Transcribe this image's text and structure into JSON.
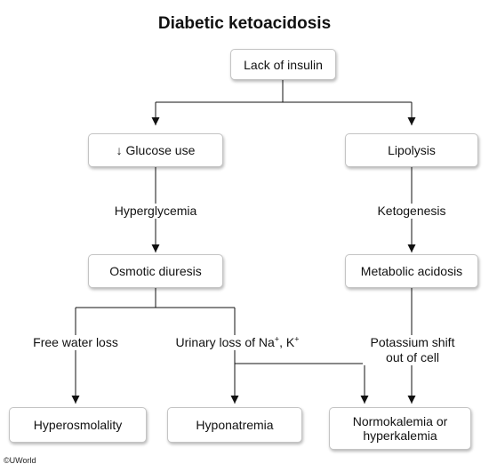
{
  "title": "Diabetic ketoacidosis",
  "nodes": {
    "lack_of_insulin": "Lack of insulin",
    "glucose_use": "↓ Glucose use",
    "lipolysis": "Lipolysis",
    "osmotic_diuresis": "Osmotic diuresis",
    "metabolic_acidosis": "Metabolic acidosis",
    "hyperosmolality": "Hyperosmolality",
    "hyponatremia": "Hyponatremia",
    "normokalemia_line1": "Normokalemia or",
    "normokalemia_line2": "hyperkalemia"
  },
  "edge_labels": {
    "hyperglycemia": "Hyperglycemia",
    "ketogenesis": "Ketogenesis",
    "free_water_loss": "Free water loss",
    "urinary_loss_prefix": "Urinary loss of Na",
    "urinary_loss_sup1": "+",
    "urinary_loss_mid": ", K",
    "urinary_loss_sup2": "+",
    "potassium_shift_line1": "Potassium shift",
    "potassium_shift_line2": "out of cell"
  },
  "credit": "©UWorld"
}
